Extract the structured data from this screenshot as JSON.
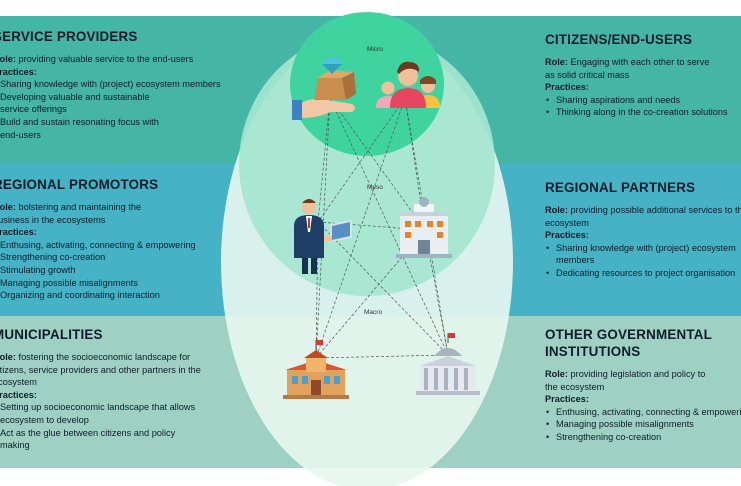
{
  "levels": {
    "micro": "Micro",
    "meso": "Meso",
    "macro": "Macro"
  },
  "panels": {
    "service_providers": {
      "title": "SERVICE PROVIDERS",
      "role_label": "Role:",
      "role_text": " providing valuable service to the end-users",
      "practices_label": "Practices:",
      "practices": [
        "Sharing knowledge with (project) ecosystem members",
        "Developing valuable and sustainable service offerings",
        "Build and sustain resonating focus with end-users"
      ]
    },
    "regional_promotors": {
      "title": "REGIONAL PROMOTORS",
      "role_label": "Role:",
      "role_text": " bolstering and maintaining the business in the ecosystems",
      "practices_label": "Practices:",
      "practices": [
        "Enthusing, activating, connecting & empowering",
        "Strengthening co-creation",
        "Stimulating growth",
        "Managing possible misalignments",
        "Organizing and coordinating interaction"
      ]
    },
    "municipalities": {
      "title": "MUNICIPALITIES",
      "role_label": "Role:",
      "role_text": " fostering the socioeconomic landscape for citizens, service providers and other partners in the ecosystem",
      "practices_label": "Practices:",
      "practices": [
        "Setting up socioeconomic landscape that allows ecosystem to develop",
        "Act as the glue between citizens and policy making"
      ]
    },
    "citizens": {
      "title": "CITIZENS/END-USERS",
      "role_label": "Role:",
      "role_text": " Engaging with each other to serve as solid critical mass",
      "practices_label": "Practices:",
      "practices": [
        "Sharing aspirations and needs",
        "Thinking along in the co-creation solutions"
      ]
    },
    "regional_partners": {
      "title": "REGIONAL PARTNERS",
      "role_label": "Role:",
      "role_text": " providing possible additional services to the ecosystem",
      "practices_label": "Practices:",
      "practices": [
        "Sharing knowledge with (project) ecosystem members",
        "Dedicating resources to project organisation"
      ]
    },
    "other_gov": {
      "title": "OTHER GOVERNMENTAL INSTITUTIONS",
      "role_label": "Role:",
      "role_text": " providing legislation and policy to the ecosystem",
      "practices_label": "Practices:",
      "practices": [
        "Enthusing, activating, connecting & empowering",
        "Managing possible misalignments",
        "Strengthening co-creation"
      ]
    }
  },
  "colors": {
    "band_top": "#45b5a5",
    "band_middle": "#45b2c5",
    "band_bottom": "#9ed1c3",
    "circle_micro": "#3fd3a0",
    "circle_meso": "#a5e6cf",
    "circle_macro": "#e6f6ef"
  }
}
